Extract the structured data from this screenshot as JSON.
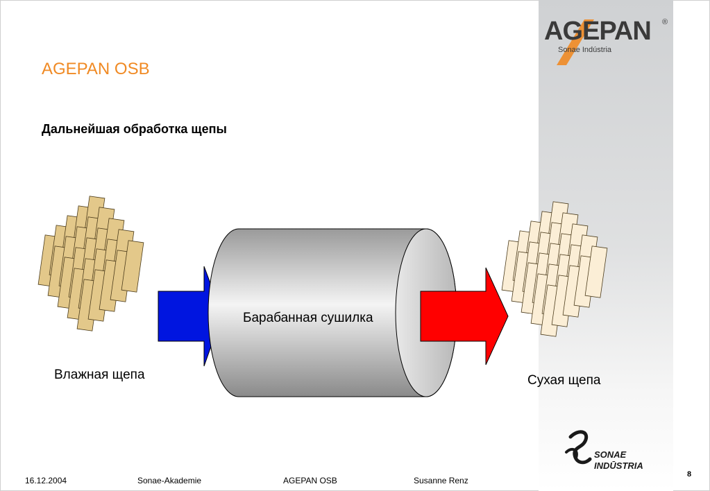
{
  "slide": {
    "title": "AGEPAN OSB",
    "subtitle": "Дальнейшая обработка щепы"
  },
  "logo": {
    "brand": "AGEPAN",
    "registered": "®",
    "tagline": "Sonae Indústria"
  },
  "diagram": {
    "drum_label": "Барабанная сушилка",
    "input_label": "Влажная щепа",
    "output_label": "Сухая щепа",
    "colors": {
      "input_arrow": "#0015e0",
      "output_arrow": "#ff0000",
      "wet_chip": "#e3c88a",
      "dry_chip": "#fbeed6",
      "drum_shade": "#8c8c8c"
    }
  },
  "bottom_logo": {
    "line1": "SONAE",
    "line2": "INDŪSTRIA"
  },
  "footer": {
    "date": "16.12.2004",
    "org": "Sonae-Akademie",
    "topic": "AGEPAN OSB",
    "author": "Susanne Renz",
    "page": "8"
  }
}
